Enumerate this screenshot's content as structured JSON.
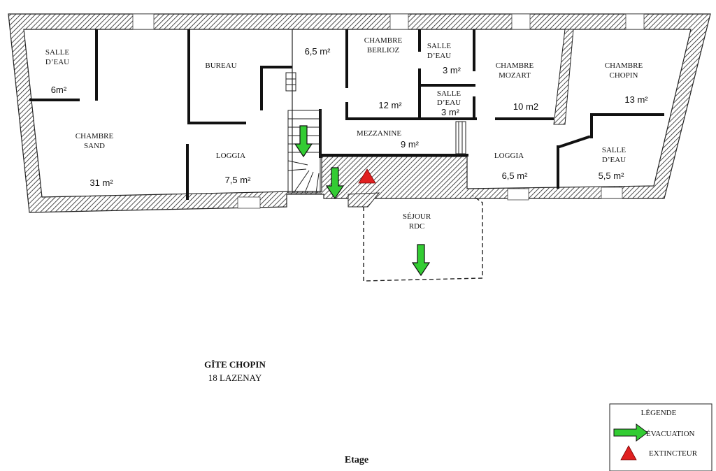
{
  "plan": {
    "rooms": [
      {
        "id": "salle-deau-1",
        "lines": [
          "SALLE",
          "D’EAU"
        ],
        "area": "6m²"
      },
      {
        "id": "chambre-sand",
        "lines": [
          "CHAMBRE",
          "SAND"
        ],
        "area": "31 m²"
      },
      {
        "id": "bureau",
        "lines": [
          "BUREAU"
        ],
        "area": ""
      },
      {
        "id": "loggia-1",
        "lines": [
          "LOGGIA"
        ],
        "area": "7,5 m²"
      },
      {
        "id": "landing",
        "lines": [],
        "area": "6,5 m²"
      },
      {
        "id": "chambre-berlioz",
        "lines": [
          "CHAMBRE",
          "BERLIOZ"
        ],
        "area": "12 m²"
      },
      {
        "id": "salle-deau-2",
        "lines": [
          "SALLE",
          "D’EAU"
        ],
        "area": "3 m²"
      },
      {
        "id": "salle-deau-3",
        "lines": [
          "SALLE",
          "D’EAU"
        ],
        "area": "3 m²"
      },
      {
        "id": "mezzanine",
        "lines": [
          "MEZZANINE"
        ],
        "area": "9 m²"
      },
      {
        "id": "chambre-mozart",
        "lines": [
          "CHAMBRE",
          "MOZART"
        ],
        "area": "10 m2"
      },
      {
        "id": "loggia-2",
        "lines": [
          "LOGGIA"
        ],
        "area": "6,5 m²"
      },
      {
        "id": "chambre-chopin",
        "lines": [
          "CHAMBRE",
          "CHOPIN"
        ],
        "area": "13 m²"
      },
      {
        "id": "salle-deau-4",
        "lines": [
          "SALLE",
          "D’EAU"
        ],
        "area": "5,5 m²"
      },
      {
        "id": "sejour",
        "lines": [
          "SÉJOUR",
          "RDC"
        ],
        "area": ""
      }
    ],
    "name": "GÎTE  CHOPIN",
    "address": "18 LAZENAY",
    "level": "Etage"
  },
  "legend": {
    "title": "LÉGENDE",
    "evacuation": "ÉVACUATION",
    "extinguisher": "EXTINCTEUR"
  },
  "colors": {
    "evacuation_arrow": "#33cc33",
    "extinguisher": "#e02020",
    "wall": "#111111"
  }
}
